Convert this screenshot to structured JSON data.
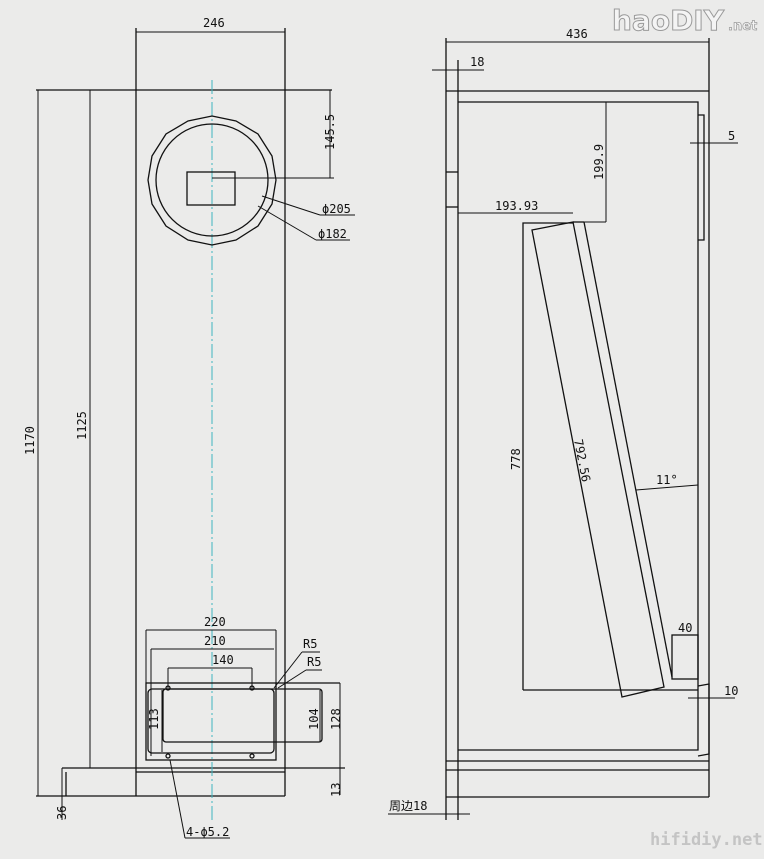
{
  "watermarks": {
    "top_logo": "haoDIY",
    "top_logo_suffix": ".net",
    "bottom": "hifidiy.net"
  },
  "front_view": {
    "width": "246",
    "height_total": "1170",
    "height_body": "1125",
    "plinth": "36",
    "driver_offset": "145.5",
    "outer_diameter": "ϕ205",
    "inner_diameter": "ϕ182",
    "port_outer_width": "220",
    "port_width": "210",
    "hole_spacing": "140",
    "radius_1": "R5",
    "radius_2": "R5",
    "port_height_inner": "113",
    "port_height": "104",
    "port_height_outer": "128",
    "port_bottom": "13",
    "holes": "4-ϕ5.2"
  },
  "side_view": {
    "depth": "436",
    "wall": "18",
    "baffle_step": "5",
    "driver_depth": "199.9",
    "panel_offset": "193.93",
    "panel_height": "778",
    "board_length": "792.56",
    "angle": "11°",
    "gap": "40",
    "bottom_gap": "10",
    "perimeter": "周边18"
  },
  "colors": {
    "centerline": "#3fb6c0",
    "line": "#111111",
    "background": "#ebebea"
  }
}
